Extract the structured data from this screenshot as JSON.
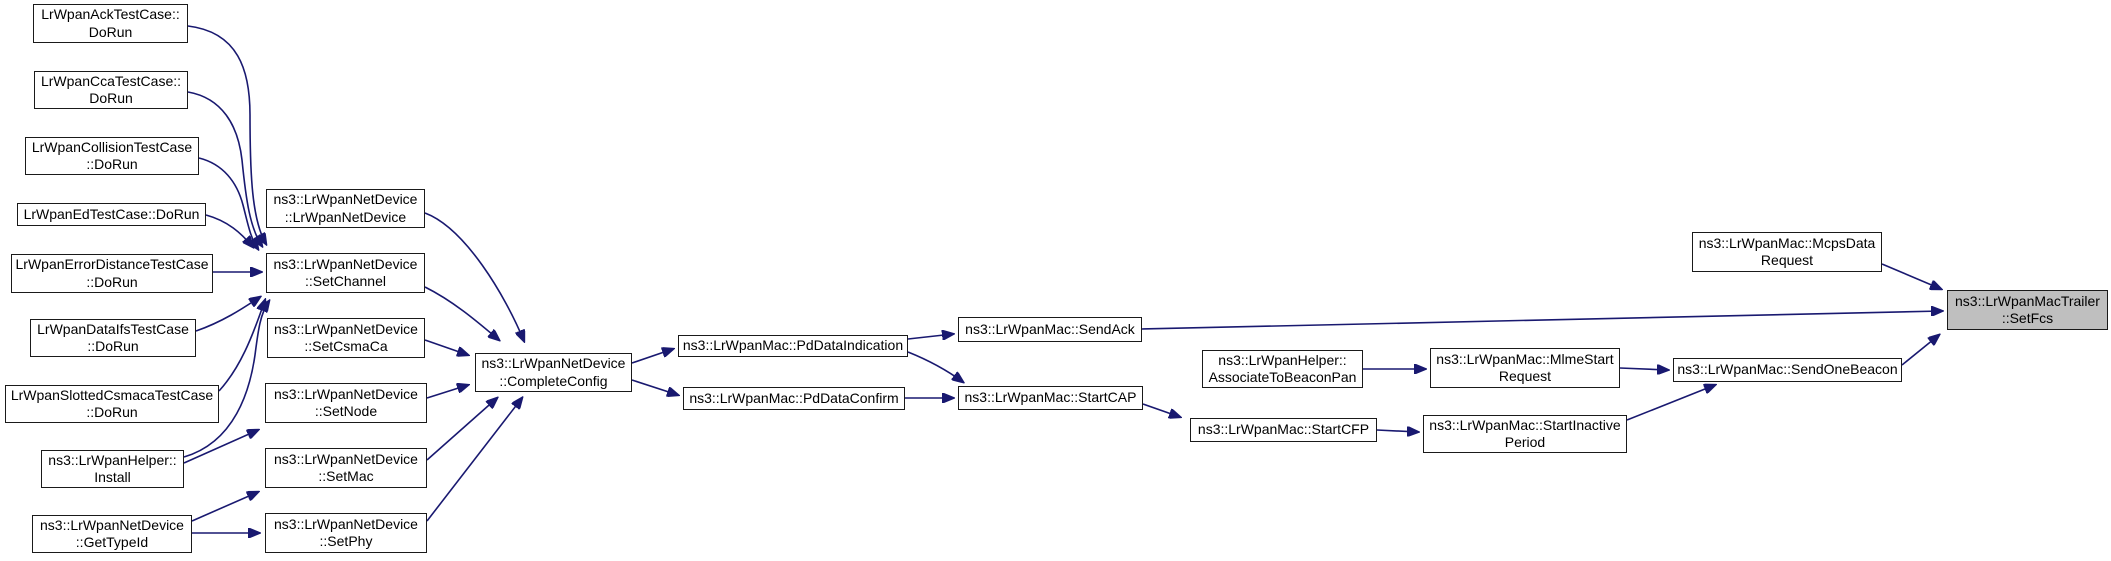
{
  "diagram": {
    "type": "doxygen-call-graph",
    "background": "#ffffff",
    "edge_color": "#191970",
    "node_border_color": "#1a1a1a",
    "node_fill": "#ffffff",
    "highlight_fill": "#bfbfbf",
    "text_color": "#000000",
    "focus_function": "ns3::LrWpanMacTrailer::SetFcs"
  },
  "nodes": [
    {
      "id": "ack-dorun",
      "label": "LrWpanAckTestCase::\nDoRun"
    },
    {
      "id": "cca-dorun",
      "label": "LrWpanCcaTestCase::\nDoRun"
    },
    {
      "id": "collision-dorun",
      "label": "LrWpanCollisionTestCase\n::DoRun"
    },
    {
      "id": "ed-dorun",
      "label": "LrWpanEdTestCase::DoRun"
    },
    {
      "id": "errordistance-dorun",
      "label": "LrWpanErrorDistanceTestCase\n::DoRun"
    },
    {
      "id": "dataifs-dorun",
      "label": "LrWpanDataIfsTestCase\n::DoRun"
    },
    {
      "id": "slottedcsmaca-dorun",
      "label": "LrWpanSlottedCsmacaTestCase\n::DoRun"
    },
    {
      "id": "helper-install",
      "label": "ns3::LrWpanHelper::\nInstall"
    },
    {
      "id": "gettypeid",
      "label": "ns3::LrWpanNetDevice\n::GetTypeId"
    },
    {
      "id": "netdevice-ctor",
      "label": "ns3::LrWpanNetDevice\n::LrWpanNetDevice"
    },
    {
      "id": "setchannel",
      "label": "ns3::LrWpanNetDevice\n::SetChannel"
    },
    {
      "id": "setcsmaca",
      "label": "ns3::LrWpanNetDevice\n::SetCsmaCa"
    },
    {
      "id": "setnode",
      "label": "ns3::LrWpanNetDevice\n::SetNode"
    },
    {
      "id": "setmac",
      "label": "ns3::LrWpanNetDevice\n::SetMac"
    },
    {
      "id": "setphy",
      "label": "ns3::LrWpanNetDevice\n::SetPhy"
    },
    {
      "id": "completeconfig",
      "label": "ns3::LrWpanNetDevice\n::CompleteConfig"
    },
    {
      "id": "pddataindication",
      "label": "ns3::LrWpanMac::PdDataIndication"
    },
    {
      "id": "pddataconfirm",
      "label": "ns3::LrWpanMac::PdDataConfirm"
    },
    {
      "id": "sendack",
      "label": "ns3::LrWpanMac::SendAck"
    },
    {
      "id": "startcap",
      "label": "ns3::LrWpanMac::StartCAP"
    },
    {
      "id": "associatetobeaconpan",
      "label": "ns3::LrWpanHelper::\nAssociateToBeaconPan"
    },
    {
      "id": "startcfp",
      "label": "ns3::LrWpanMac::StartCFP"
    },
    {
      "id": "mlmestartrequest",
      "label": "ns3::LrWpanMac::MlmeStart\nRequest"
    },
    {
      "id": "startinactiveperiod",
      "label": "ns3::LrWpanMac::StartInactive\nPeriod"
    },
    {
      "id": "mcpsdatarequest",
      "label": "ns3::LrWpanMac::McpsData\nRequest"
    },
    {
      "id": "sendonebeacon",
      "label": "ns3::LrWpanMac::SendOneBeacon"
    },
    {
      "id": "setfcs",
      "label": "ns3::LrWpanMacTrailer\n::SetFcs"
    }
  ],
  "edges": [
    {
      "from": "ack-dorun",
      "to": "setchannel"
    },
    {
      "from": "cca-dorun",
      "to": "setchannel"
    },
    {
      "from": "collision-dorun",
      "to": "setchannel"
    },
    {
      "from": "ed-dorun",
      "to": "setchannel"
    },
    {
      "from": "errordistance-dorun",
      "to": "setchannel"
    },
    {
      "from": "dataifs-dorun",
      "to": "setchannel"
    },
    {
      "from": "slottedcsmaca-dorun",
      "to": "setchannel"
    },
    {
      "from": "helper-install",
      "to": "setchannel"
    },
    {
      "from": "helper-install",
      "to": "setnode"
    },
    {
      "from": "gettypeid",
      "to": "setmac"
    },
    {
      "from": "gettypeid",
      "to": "setphy"
    },
    {
      "from": "netdevice-ctor",
      "to": "completeconfig"
    },
    {
      "from": "setchannel",
      "to": "completeconfig"
    },
    {
      "from": "setcsmaca",
      "to": "completeconfig"
    },
    {
      "from": "setnode",
      "to": "completeconfig"
    },
    {
      "from": "setmac",
      "to": "completeconfig"
    },
    {
      "from": "setphy",
      "to": "completeconfig"
    },
    {
      "from": "completeconfig",
      "to": "pddataindication"
    },
    {
      "from": "completeconfig",
      "to": "pddataconfirm"
    },
    {
      "from": "pddataindication",
      "to": "sendack"
    },
    {
      "from": "pddataindication",
      "to": "startcap"
    },
    {
      "from": "pddataconfirm",
      "to": "startcap"
    },
    {
      "from": "sendack",
      "to": "setfcs"
    },
    {
      "from": "startcap",
      "to": "startcfp"
    },
    {
      "from": "associatetobeaconpan",
      "to": "mlmestartrequest"
    },
    {
      "from": "mlmestartrequest",
      "to": "sendonebeacon"
    },
    {
      "from": "startcfp",
      "to": "startinactiveperiod"
    },
    {
      "from": "startinactiveperiod",
      "to": "sendonebeacon"
    },
    {
      "from": "sendonebeacon",
      "to": "setfcs"
    },
    {
      "from": "mcpsdatarequest",
      "to": "setfcs"
    }
  ]
}
